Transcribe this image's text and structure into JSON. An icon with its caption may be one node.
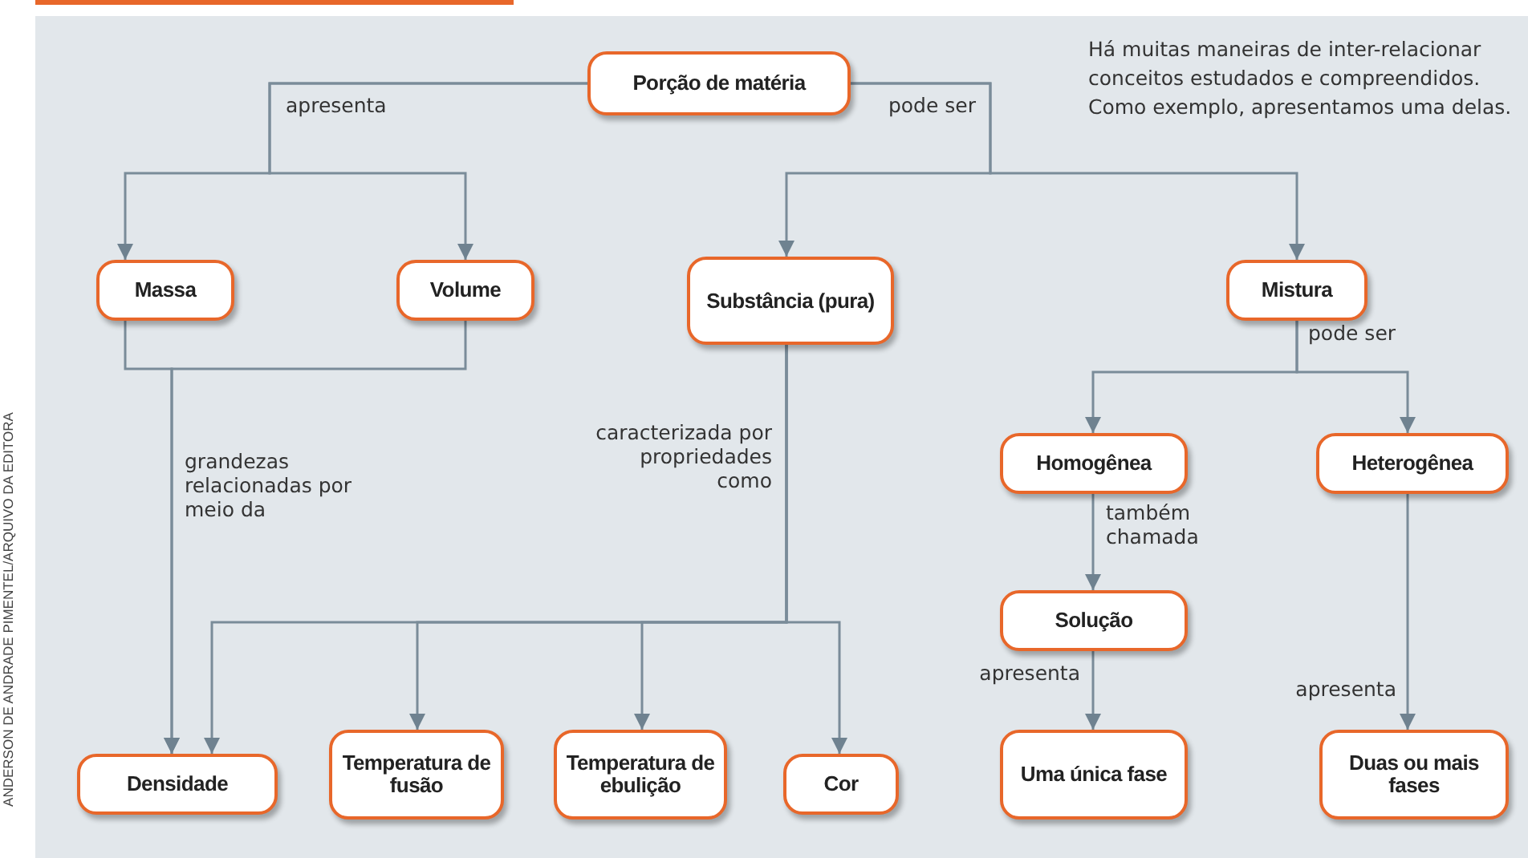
{
  "diagram": {
    "nodes": [
      {
        "text": [
          "Porção de matéria"
        ]
      },
      {
        "text": [
          "Massa"
        ]
      },
      {
        "text": [
          "Volume"
        ]
      },
      {
        "text": [
          "Substância (pura)"
        ]
      },
      {
        "text": [
          "Mistura"
        ]
      },
      {
        "text": [
          "Homogênea"
        ]
      },
      {
        "text": [
          "Heterogênea"
        ]
      },
      {
        "text": [
          "Solução"
        ]
      },
      {
        "text": [
          "Densidade"
        ]
      },
      {
        "text": [
          "Temperatura de fusão"
        ]
      },
      {
        "text": [
          "Temperatura de ebulição"
        ]
      },
      {
        "text": [
          "Cor"
        ]
      },
      {
        "text": [
          "Uma única fase"
        ]
      },
      {
        "text": [
          "Duas ou mais fases"
        ]
      }
    ],
    "edges": [
      {
        "from": 0,
        "to": 1,
        "arrow": "to",
        "label": "apresenta"
      },
      {
        "from": 0,
        "to": 2,
        "arrow": "to"
      },
      {
        "from": 0,
        "to": 3,
        "arrow": "to",
        "label": "pode ser"
      },
      {
        "from": 0,
        "to": 4,
        "arrow": "to"
      },
      {
        "from": 1,
        "to": 8,
        "arrow": "to",
        "label": "grandezas relacionadas por meio da"
      },
      {
        "from": 2,
        "to": 8,
        "arrow": "to"
      },
      {
        "from": 3,
        "to": 8,
        "arrow": "to",
        "label": "caracterizada por propriedades como"
      },
      {
        "from": 3,
        "to": 9,
        "arrow": "to"
      },
      {
        "from": 3,
        "to": 10,
        "arrow": "to"
      },
      {
        "from": 3,
        "to": 11,
        "arrow": "to"
      },
      {
        "from": 4,
        "to": 5,
        "arrow": "to",
        "label": "pode ser"
      },
      {
        "from": 4,
        "to": 6,
        "arrow": "to"
      },
      {
        "from": 5,
        "to": 7,
        "arrow": "to",
        "label": "também chamada"
      },
      {
        "from": 7,
        "to": 12,
        "arrow": "to",
        "label": "apresenta"
      },
      {
        "from": 6,
        "to": 13,
        "arrow": "to",
        "label": "apresenta"
      }
    ],
    "labels": [
      "Há muitas maneiras de inter-relacionar conceitos estudados e compreendidos. Como exemplo, apresentamos uma delas.",
      "ANDERSON DE ANDRADE PIMENTEL/ARQUIVO DA EDITORA"
    ]
  }
}
